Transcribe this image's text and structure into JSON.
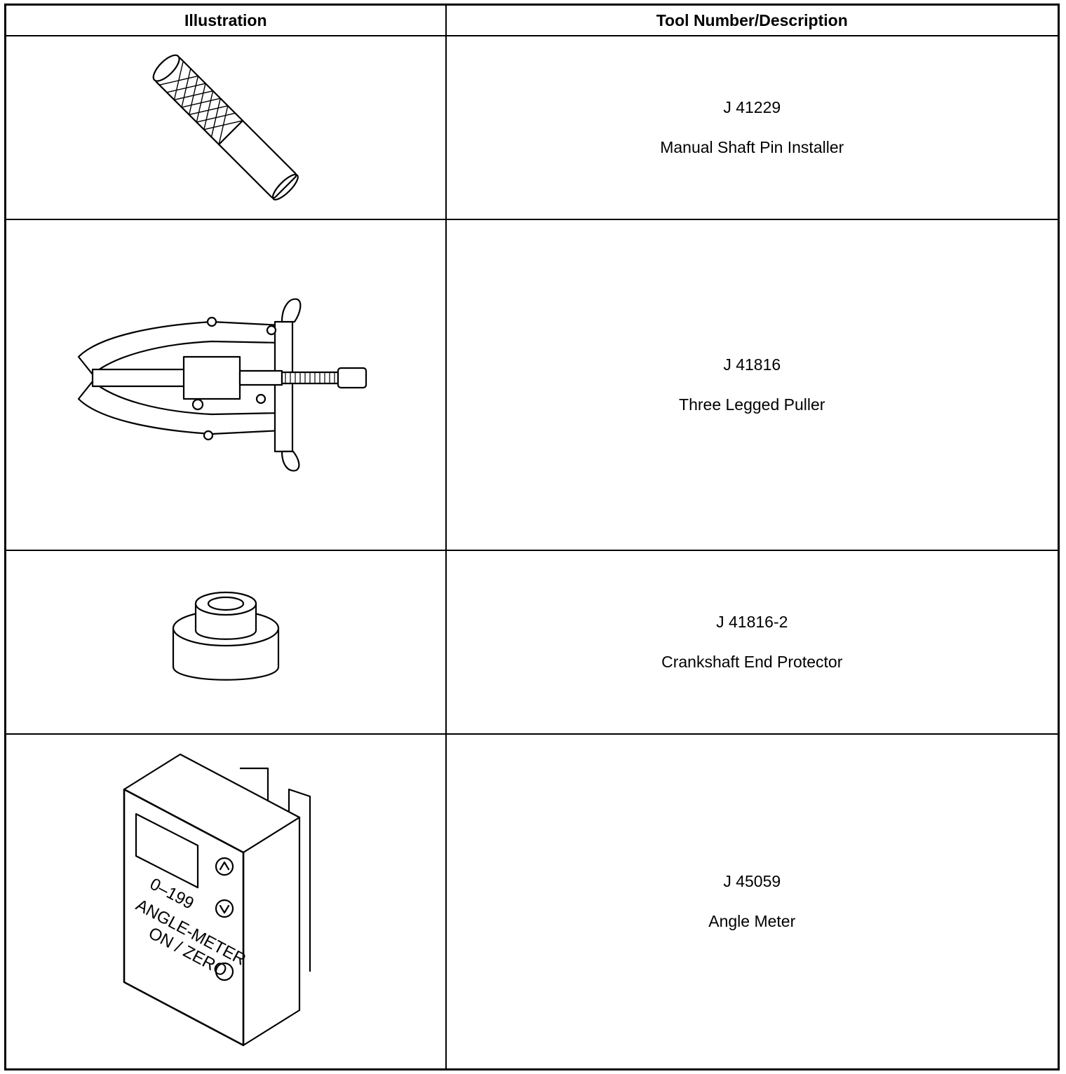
{
  "header": {
    "illustration": "Illustration",
    "tool": "Tool Number/Description"
  },
  "rows": [
    {
      "number": "J 41229",
      "description": "Manual Shaft Pin Installer",
      "icon": "pin-installer-icon"
    },
    {
      "number": "J 41816",
      "description": "Three Legged Puller",
      "icon": "three-legged-puller-icon"
    },
    {
      "number": "J 41816-2",
      "description": "Crankshaft End Protector",
      "icon": "crankshaft-end-protector-icon"
    },
    {
      "number": "J 45059",
      "description": "Angle Meter",
      "icon": "angle-meter-icon"
    }
  ],
  "meter_labels": {
    "range": "0–199",
    "name": "ANGLE-METER",
    "button": "ON / ZERO"
  }
}
